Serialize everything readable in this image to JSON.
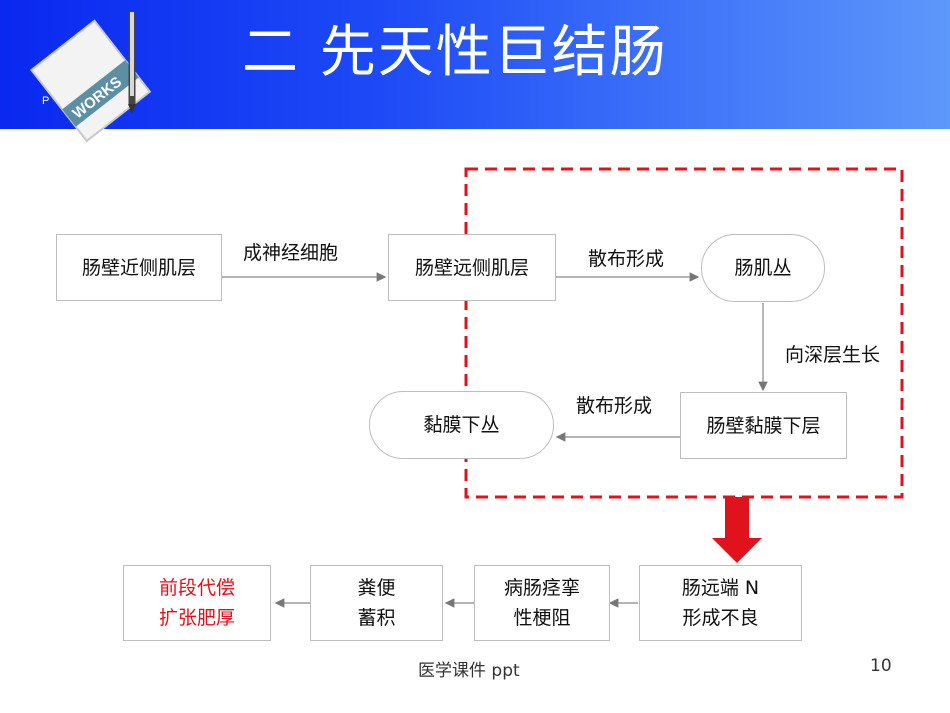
{
  "header": {
    "title": "二  先天性巨结肠",
    "logo_text": "WORKS",
    "logo_letter": "P"
  },
  "flow": {
    "row1": {
      "box1": "肠壁近侧肌层",
      "arrow1": "成神经细胞",
      "box2": "肠壁远侧肌层",
      "arrow2": "散布形成",
      "box3": "肠肌丛"
    },
    "vertical_label": "向深层生长",
    "row2": {
      "box4": "肠壁黏膜下层",
      "arrow3": "散布形成",
      "box5": "黏膜下丛"
    }
  },
  "consequences": {
    "box_n": [
      "肠远端 N",
      "形成不良"
    ],
    "box_spasm": [
      "病肠痉挛",
      "性梗阻"
    ],
    "box_feces": [
      "粪便",
      "蓄积"
    ],
    "box_compensate": [
      "前段代偿",
      "扩张肥厚"
    ]
  },
  "colors": {
    "highlight": "#e0121b",
    "dashed_border": "#e0121b",
    "header_start": "#0a28f0",
    "header_end": "#5d98fb"
  },
  "footer": {
    "text": "医学课件 ppt",
    "page": "10"
  }
}
